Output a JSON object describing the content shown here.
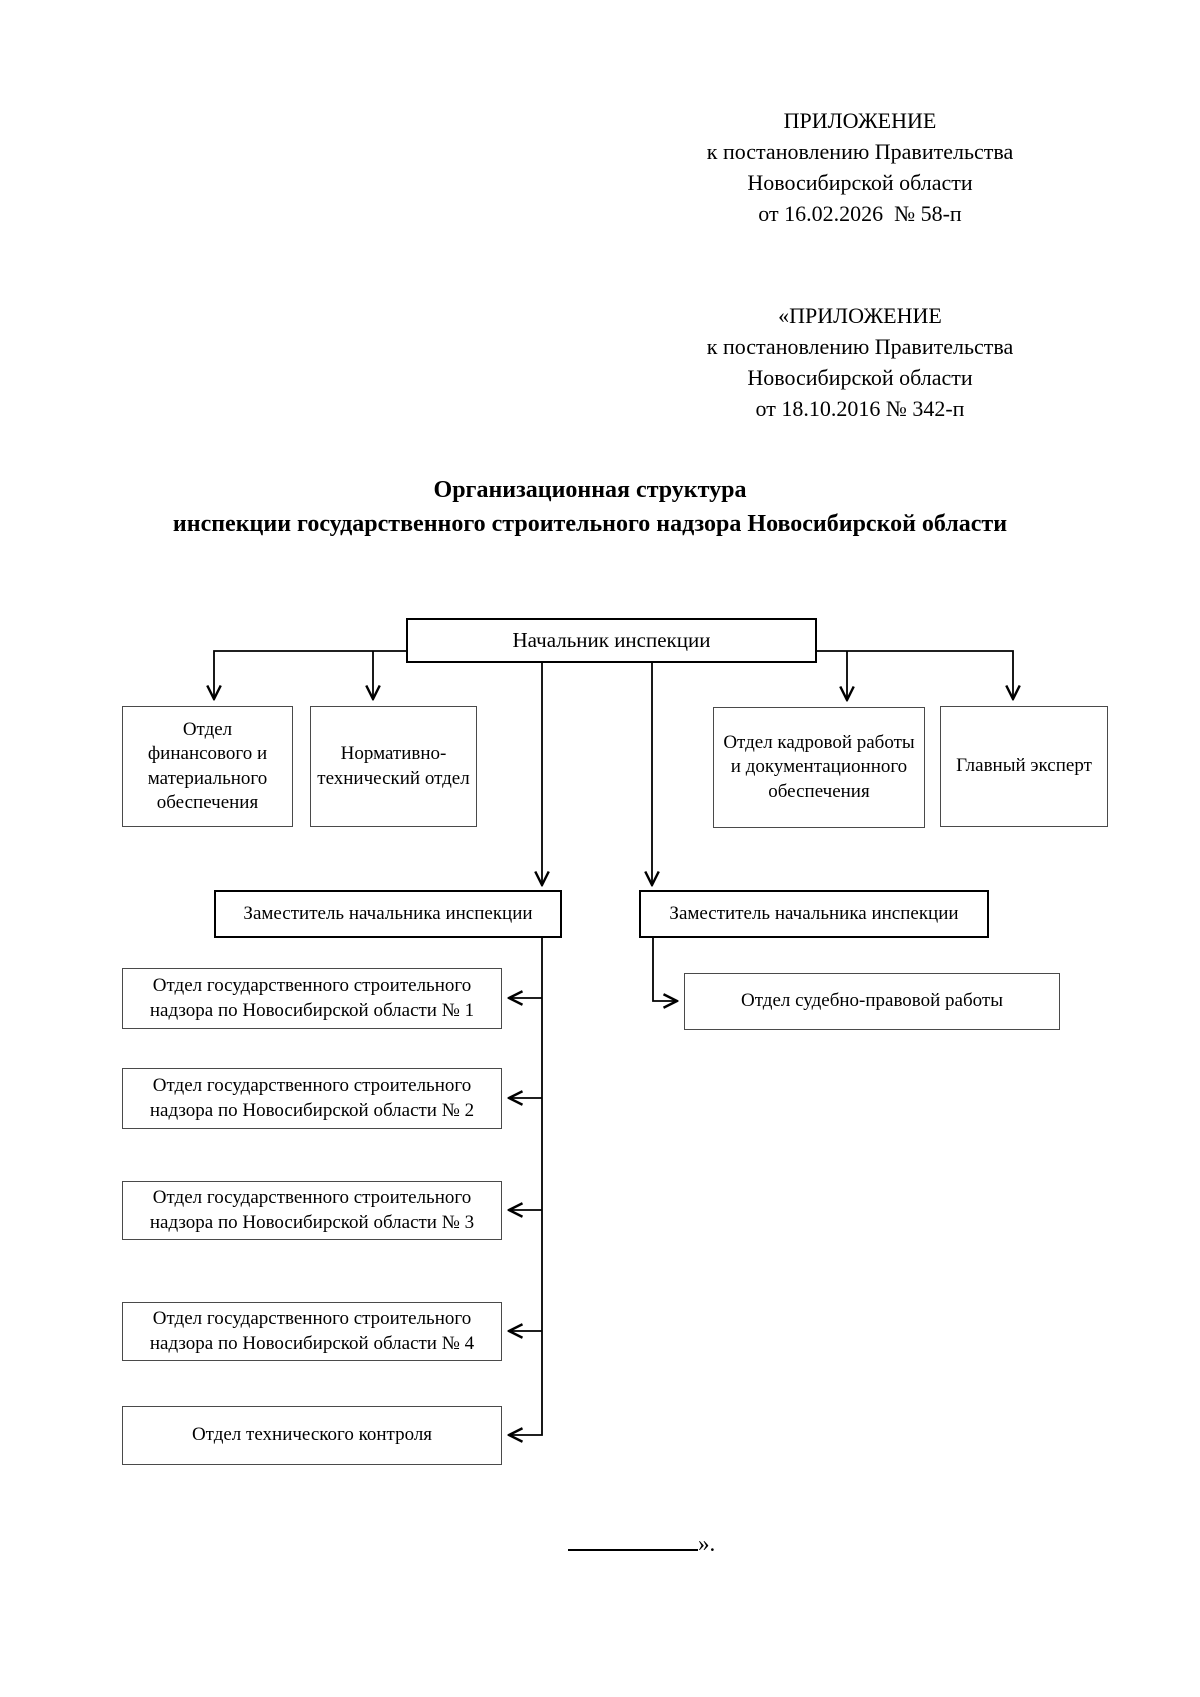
{
  "page": {
    "appendix_current": {
      "line1": "ПРИЛОЖЕНИЕ",
      "line2": "к постановлению Правительства",
      "line3": "Новосибирской области",
      "line4": "от 16.02.2026  № 58-п"
    },
    "appendix_amended": {
      "line1": "«ПРИЛОЖЕНИЕ",
      "line2": "к постановлению Правительства",
      "line3": "Новосибирской области",
      "line4": "от 18.10.2016 № 342-п"
    },
    "title": {
      "line1": "Организационная структура",
      "line2": "инспекции государственного строительного надзора Новосибирской области"
    },
    "closing_mark": "»."
  },
  "org": {
    "head": "Начальник инспекции",
    "top_row": [
      "Отдел финансового и материального обеспечения",
      "Нормативно-технический отдел",
      "Отдел кадровой работы и документационного обеспечения",
      "Главный эксперт"
    ],
    "deputies": [
      "Заместитель начальника инспекции",
      "Заместитель начальника инспекции"
    ],
    "left_boxes": [
      "Отдел государственного строительного надзора по Новосибирской области № 1",
      "Отдел государственного строительного надзора по Новосибирской области № 2",
      "Отдел государственного строительного надзора по Новосибирской области № 3",
      "Отдел государственного строительного надзора по Новосибирской области № 4",
      "Отдел технического контроля"
    ],
    "legal_box": "Отдел судебно-правовой работы",
    "line_color": "#000000"
  }
}
